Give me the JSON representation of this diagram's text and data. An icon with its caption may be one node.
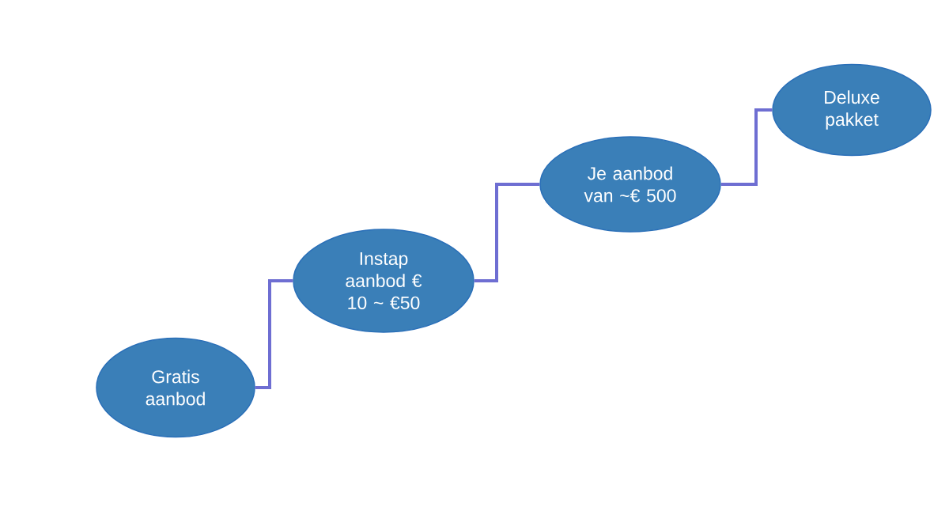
{
  "diagram": {
    "nodes": [
      {
        "text": [
          "Gratis aanbod"
        ]
      },
      {
        "text": [
          "Instap aanbod € 10 ~ €50"
        ]
      },
      {
        "text": [
          "Je aanbod van ~€ 500"
        ]
      },
      {
        "text": [
          "Deluxe pakket"
        ]
      }
    ],
    "edges": [
      {
        "from": 0,
        "to": 1,
        "arrow": "none"
      },
      {
        "from": 1,
        "to": 2,
        "arrow": "none"
      },
      {
        "from": 2,
        "to": 3,
        "arrow": "none"
      }
    ]
  }
}
